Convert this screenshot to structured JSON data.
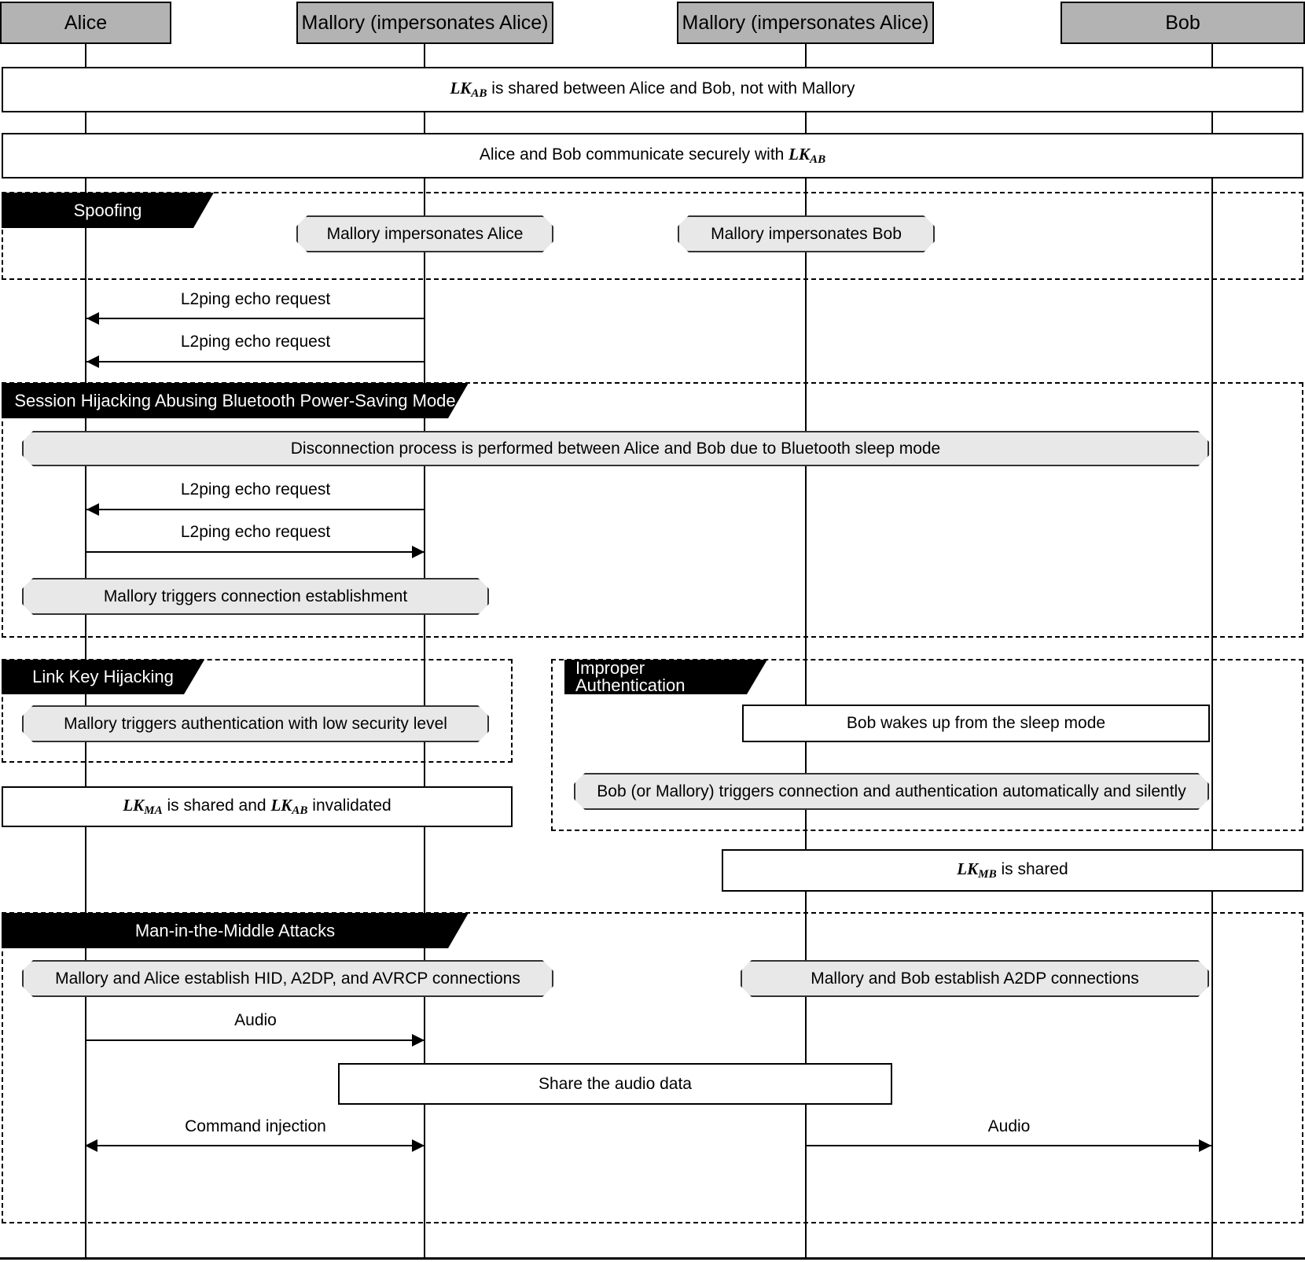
{
  "diagram": {
    "title": "Bluetooth impersonation and MITM attack sequence",
    "colors": {
      "actor_fill": "#b3b3b3",
      "note_fill": "#e8e8e8",
      "fragment_tab_fill": "#000000",
      "fragment_tab_text": "#ffffff",
      "line": "#000000"
    }
  },
  "actors": [
    {
      "id": "alice",
      "label": "Alice"
    },
    {
      "id": "mallory_a",
      "label": "Mallory (impersonates Alice)"
    },
    {
      "id": "mallory_b",
      "label": "Mallory (impersonates Alice)"
    },
    {
      "id": "bob",
      "label": "Bob"
    }
  ],
  "notes": {
    "lkab_shared": {
      "text": "LK_AB is shared between Alice and Bob, not with Mallory"
    },
    "communicate_securely": {
      "text": "Alice and Bob communicate securely with LK_AB"
    },
    "mallory_impersonates_alice": {
      "text": "Mallory impersonates Alice"
    },
    "mallory_impersonates_bob": {
      "text": "Mallory impersonates Bob"
    },
    "disconnection": {
      "text": "Disconnection process is performed between Alice and Bob due to Bluetooth sleep mode"
    },
    "mallory_triggers_connection": {
      "text": "Mallory triggers connection establishment"
    },
    "mallory_triggers_auth": {
      "text": "Mallory triggers authentication with low security level"
    },
    "bob_wakes_up": {
      "text": "Bob wakes up from the sleep mode"
    },
    "bob_or_mallory": {
      "text": "Bob (or Mallory) triggers connection and authentication automatically and silently"
    },
    "lkma_shared": {
      "text": "LK_MA is shared and LK_AB invalidated"
    },
    "lkmb_shared": {
      "text": "LK_MB is shared"
    },
    "mallory_alice_connections": {
      "text": "Mallory and Alice establish HID, A2DP, and AVRCP connections"
    },
    "mallory_bob_connections": {
      "text": "Mallory and Bob establish A2DP connections"
    },
    "share_audio_data": {
      "text": "Share the audio data"
    }
  },
  "fragments": [
    {
      "id": "spoofing",
      "label": "Spoofing"
    },
    {
      "id": "session_hijacking",
      "label": "Session Hijacking Abusing Bluetooth Power-Saving Mode"
    },
    {
      "id": "link_key_hijacking",
      "label": "Link Key Hijacking"
    },
    {
      "id": "improper_auth",
      "label": "Improper Authentication"
    },
    {
      "id": "mitm",
      "label": "Man-in-the-Middle Attacks"
    }
  ],
  "messages": [
    {
      "id": "m1",
      "label": "L2ping echo request",
      "direction": "left",
      "from": "mallory_a",
      "to": "alice"
    },
    {
      "id": "m2",
      "label": "L2ping echo request",
      "direction": "left",
      "from": "mallory_a",
      "to": "alice"
    },
    {
      "id": "m3",
      "label": "L2ping echo request",
      "direction": "left",
      "from": "mallory_a",
      "to": "alice"
    },
    {
      "id": "m4",
      "label": "L2ping echo request",
      "direction": "right",
      "from": "alice",
      "to": "mallory_a"
    },
    {
      "id": "m5",
      "label": "Audio",
      "direction": "right",
      "from": "alice",
      "to": "mallory_a"
    },
    {
      "id": "m6",
      "label": "Command injection",
      "direction": "both",
      "from": "alice",
      "to": "mallory_a"
    },
    {
      "id": "m7",
      "label": "Audio",
      "direction": "both",
      "from": "mallory_b",
      "to": "bob"
    }
  ],
  "key_labels": {
    "lkab": "LK",
    "lkab_sub": "AB",
    "lkma": "LK",
    "lkma_sub": "MA",
    "lkmb": "LK",
    "lkmb_sub": "MB"
  },
  "text_fragments": {
    "lkab_rest": " is shared between Alice and Bob, not with Mallory",
    "comm_pre": "Alice and Bob communicate securely with ",
    "lkma_mid": " is shared and ",
    "lkma_end": " invalidated",
    "lkmb_rest": " is shared"
  }
}
